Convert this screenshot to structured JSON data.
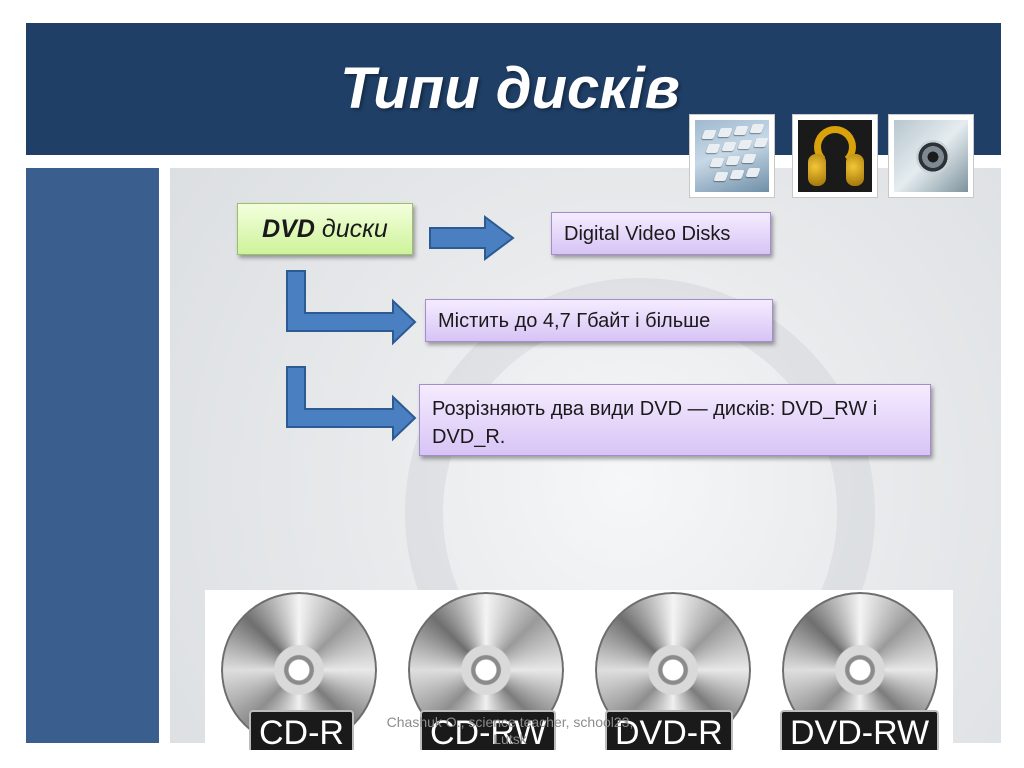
{
  "slide": {
    "title": "Типи дисків"
  },
  "main_box": {
    "bold": "DVD",
    "rest": " диски"
  },
  "facts": [
    "Digital Video Disks",
    "Містить до 4,7 Гбайт і більше",
    "Розрізняють два види DVD — дисків: DVD_RW і DVD_R."
  ],
  "discs": [
    {
      "label": "CD-R"
    },
    {
      "label": "CD-RW"
    },
    {
      "label": "DVD-R"
    },
    {
      "label": "DVD-RW"
    }
  ],
  "footer": {
    "line1": "Chashuk O., science teacher, school23,",
    "line2": "Lutsk"
  },
  "colors": {
    "title_bar": "#1f3f66",
    "left_bar": "#3a5e8d",
    "arrow_fill": "#4a7fc1",
    "arrow_stroke": "#2c5a93"
  },
  "icons": [
    "keyboard-icon",
    "headphones-icon",
    "speaker-icon"
  ]
}
